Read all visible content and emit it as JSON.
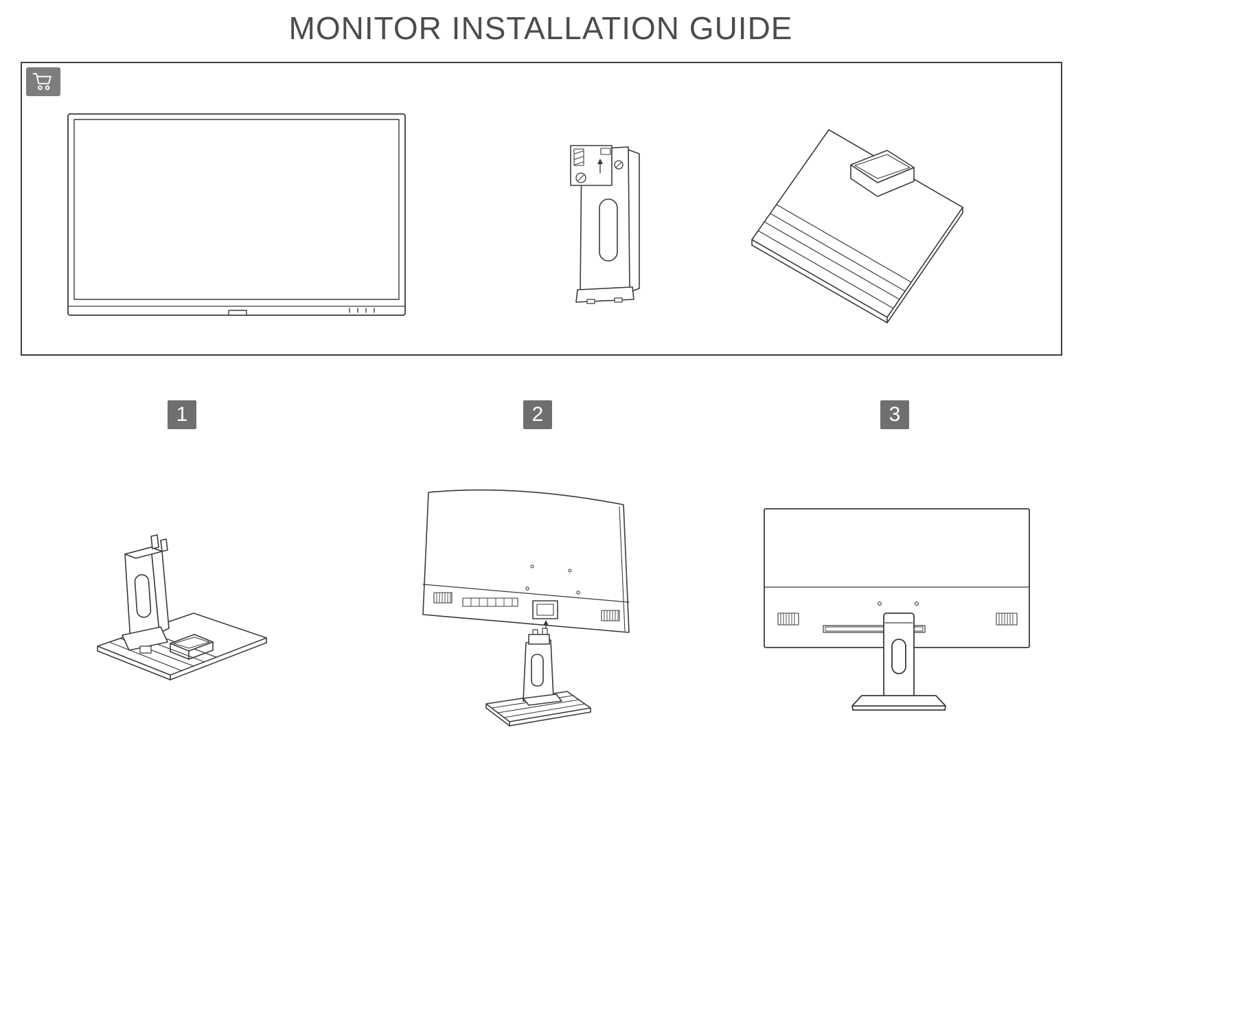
{
  "title": "MONITOR INSTALLATION GUIDE",
  "package": {
    "icon": "shopping-cart-icon",
    "items": [
      {
        "name": "monitor-panel-front"
      },
      {
        "name": "stand-column"
      },
      {
        "name": "base-plate"
      }
    ]
  },
  "steps": [
    {
      "number": "1",
      "name": "attach-column-to-base"
    },
    {
      "number": "2",
      "name": "attach-stand-to-monitor"
    },
    {
      "number": "3",
      "name": "assembled-rear-view"
    }
  ],
  "colors": {
    "line": "#3a3a3a",
    "label_background": "#6f6f6f",
    "label_text": "#ffffff",
    "title_text": "#4c4c4c",
    "cart_badge": "#7d7d7d"
  }
}
